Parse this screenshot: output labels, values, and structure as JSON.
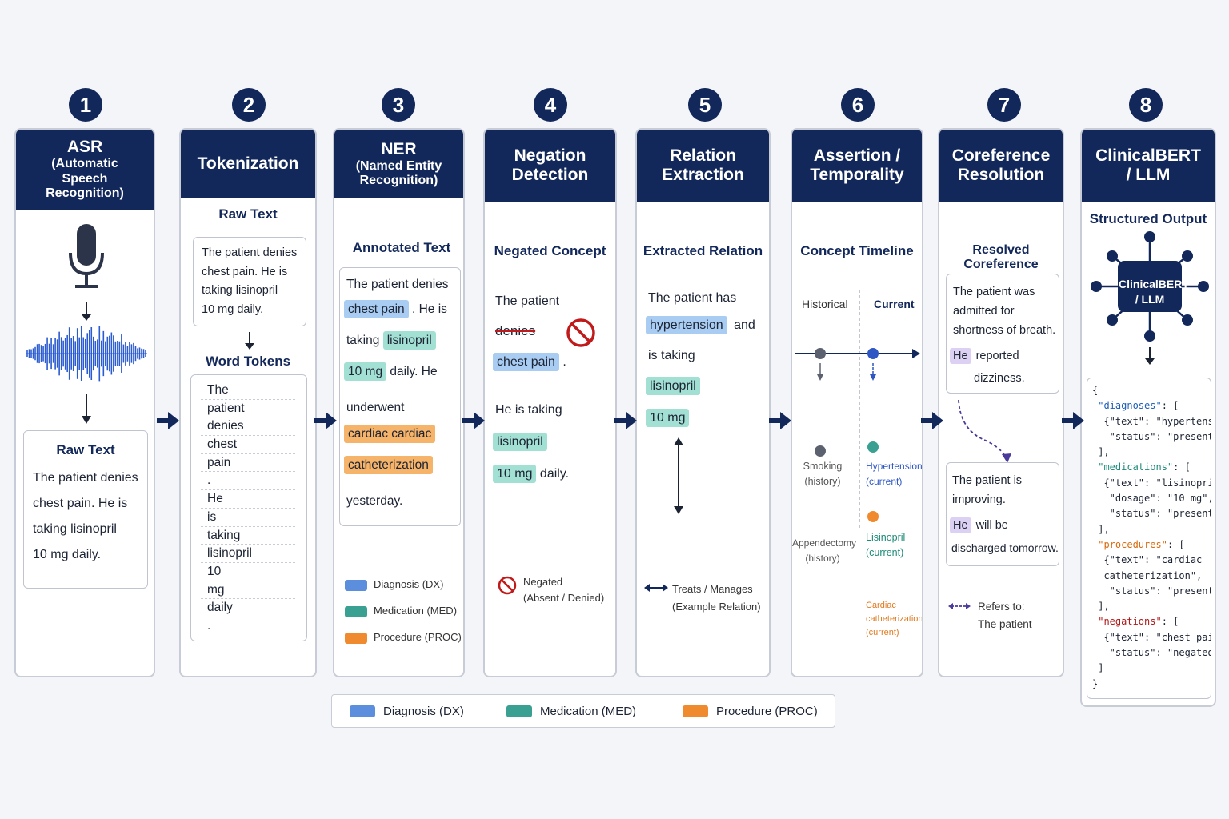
{
  "steps": [
    {
      "num": "1",
      "title": "ASR",
      "subtitle": "(Automatic Speech Recognition)"
    },
    {
      "num": "2",
      "title": "Tokenization",
      "subtitle": ""
    },
    {
      "num": "3",
      "title": "NER",
      "subtitle": "(Named Entity Recognition)"
    },
    {
      "num": "4",
      "title": "Negation Detection",
      "subtitle": ""
    },
    {
      "num": "5",
      "title": "Relation Extraction",
      "subtitle": ""
    },
    {
      "num": "6",
      "title": "Assertion / Temporality",
      "subtitle": ""
    },
    {
      "num": "7",
      "title": "Coreference Resolution",
      "subtitle": ""
    },
    {
      "num": "8",
      "title": "ClinicalBERT / LLM",
      "subtitle": ""
    }
  ],
  "asr": {
    "raw_text_label": "Raw Text",
    "raw_text": [
      "The patient denies",
      "chest pain. He is",
      "taking lisinopril",
      "10 mg daily."
    ]
  },
  "tokenization": {
    "raw_text_label": "Raw Text",
    "raw_text": [
      "The patient denies",
      "chest pain. He is",
      "taking lisinopril",
      "10 mg daily."
    ],
    "word_tokens_label": "Word Tokens",
    "tokens": [
      "The",
      "patient",
      "denies",
      "chest",
      "pain",
      ".",
      "He",
      "is",
      "taking",
      "lisinopril",
      "10",
      "mg",
      "daily",
      "."
    ]
  },
  "ner": {
    "label": "Annotated Text",
    "line1": "The patient denies",
    "chest_pain": "chest pain",
    "he_is": ". He is",
    "taking": "taking",
    "lisinopril": "lisinopril",
    "ten_mg": "10 mg",
    "daily_he": "daily. He",
    "underwent": "underwent",
    "cardiac": "cardiac cardiac",
    "catheterization": "catheterization",
    "yesterday": "yesterday.",
    "legend": [
      {
        "label": "Diagnosis (DX)",
        "color": "#5b8fde"
      },
      {
        "label": "Medication (MED)",
        "color": "#3aa192"
      },
      {
        "label": "Procedure (PROC)",
        "color": "#f08a2e"
      }
    ]
  },
  "negation": {
    "label": "Negated Concept",
    "the_patient": "The patient",
    "denies": "denies",
    "chest_pain": "chest pain",
    "period": ".",
    "he_is_taking": "He is taking",
    "lisinopril": "lisinopril",
    "ten_mg": "10 mg",
    "daily": "daily.",
    "legend_label": "Negated",
    "legend_sub": "(Absent / Denied)"
  },
  "relation": {
    "label": "Extracted Relation",
    "the_patient_has": "The patient has",
    "hypertension": "hypertension",
    "and": "and",
    "is_taking": "is taking",
    "lisinopril": "lisinopril",
    "ten_mg": "10 mg",
    "legend_label": "Treats / Manages",
    "legend_sub": "(Example Relation)"
  },
  "assertion": {
    "label": "Concept Timeline",
    "historical": "Historical",
    "current": "Current",
    "items": [
      {
        "name": "Smoking",
        "status": "(history)"
      },
      {
        "name": "Appendectomy",
        "status": "(history)"
      },
      {
        "name": "Hypertension",
        "status": "(current)"
      },
      {
        "name": "Lisinopril",
        "status": "(current)"
      },
      {
        "name": "Cardiac catheterization",
        "status": "(current)"
      }
    ]
  },
  "coreference": {
    "label": "Resolved Coreference",
    "box1": [
      "The patient was",
      "admitted for",
      "shortness of breath."
    ],
    "he": "He",
    "reported": "reported",
    "dizziness": "dizziness.",
    "box2_line1": "The patient is",
    "box2_line2": "improving.",
    "will_be": "will be",
    "discharged": "discharged tomorrow.",
    "legend_label": "Refers to:",
    "legend_sub": "The patient"
  },
  "llm": {
    "label": "Structured Output",
    "node_label": "ClinicalBERT / LLM"
  },
  "bottom_legend": [
    {
      "label": "Diagnosis (DX)",
      "color": "#5b8fde"
    },
    {
      "label": "Medication (MED)",
      "color": "#3aa192"
    },
    {
      "label": "Procedure (PROC)",
      "color": "#f08a2e"
    }
  ]
}
